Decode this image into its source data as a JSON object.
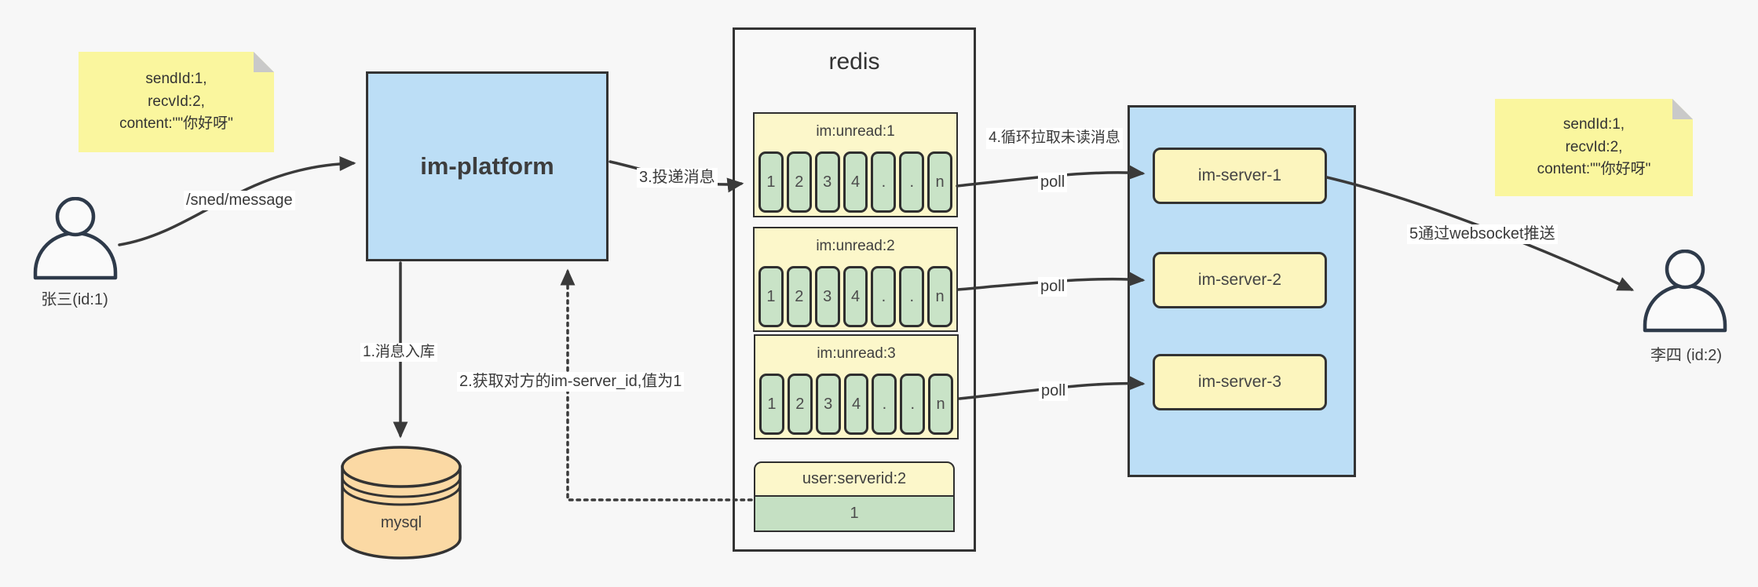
{
  "stickies": {
    "left": {
      "line1": "sendId:1,",
      "line2": "recvId:2,",
      "line3": "content:\"\"你好呀\""
    },
    "right": {
      "line1": "sendId:1,",
      "line2": "recvId:2,",
      "line3": "content:\"\"你好呀\""
    }
  },
  "actors": {
    "sender": {
      "label": "张三(id:1)"
    },
    "receiver": {
      "label": "李四 (id:2)"
    }
  },
  "platform": {
    "label": "im-platform"
  },
  "database": {
    "label": "mysql"
  },
  "redis": {
    "title": "redis",
    "queues": [
      {
        "header": "im:unread:1",
        "cells": [
          "1",
          "2",
          "3",
          "4",
          ".",
          ".",
          "n"
        ]
      },
      {
        "header": "im:unread:2",
        "cells": [
          "1",
          "2",
          "3",
          "4",
          ".",
          ".",
          "n"
        ]
      },
      {
        "header": "im:unread:3",
        "cells": [
          "1",
          "2",
          "3",
          "4",
          ".",
          ".",
          "n"
        ]
      }
    ],
    "mapping": {
      "header": "user:serverid:2",
      "value": "1"
    }
  },
  "servers": [
    {
      "label": "im-server-1"
    },
    {
      "label": "im-server-2"
    },
    {
      "label": "im-server-3"
    }
  ],
  "flow_labels": {
    "send_api": "/sned/message",
    "step1": "1.消息入库",
    "step2": "2.获取对方的im-server_id,值为1",
    "step3": "3.投递消息",
    "step4": "4.循环拉取未读消息",
    "step5": "5通过websocket推送",
    "poll": "poll"
  },
  "colors": {
    "background": "#f7f7f7",
    "node_blue": "#bcdef6",
    "sticky_yellow": "#faf69e",
    "queue_yellow": "#fcf7ca",
    "cell_green": "#c9e3c7",
    "server_yellow": "#fcf5be",
    "db_tan": "#fbd9a4",
    "stroke": "#3a3a3a"
  }
}
